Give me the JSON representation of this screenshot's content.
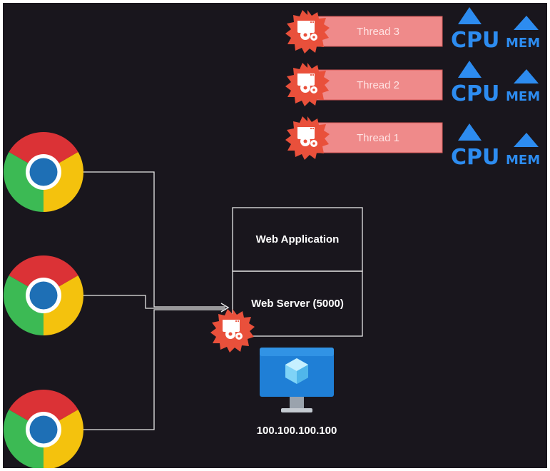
{
  "colors": {
    "background": "#19161d",
    "connector": "#e6e6e6",
    "thread_fill": "#ef8a8a",
    "thread_stroke": "#d05555",
    "thread_text": "#ffe3e3",
    "gear_badge": "#e9503b",
    "resource_blue": "#2d8cf0",
    "monitor_blue": "#1f7fd6",
    "chrome_red": "#db3236",
    "chrome_green": "#3cba54",
    "chrome_yellow": "#f4c20d",
    "chrome_blue": "#1e6fb5"
  },
  "icons": {
    "browser": "chrome-icon",
    "process": "gear-process-icon",
    "cpu": "cpu-icon",
    "memory": "memory-icon",
    "server": "virtual-machine-icon"
  },
  "threads": [
    {
      "label": "Thread 3",
      "cpu": "CPU",
      "mem": "MEM"
    },
    {
      "label": "Thread 2",
      "cpu": "CPU",
      "mem": "MEM"
    },
    {
      "label": "Thread 1",
      "cpu": "CPU",
      "mem": "MEM"
    }
  ],
  "stack": {
    "top_label": "Web Application",
    "bottom_label": "Web Server (5000)"
  },
  "machine": {
    "ip": "100.100.100.100"
  }
}
